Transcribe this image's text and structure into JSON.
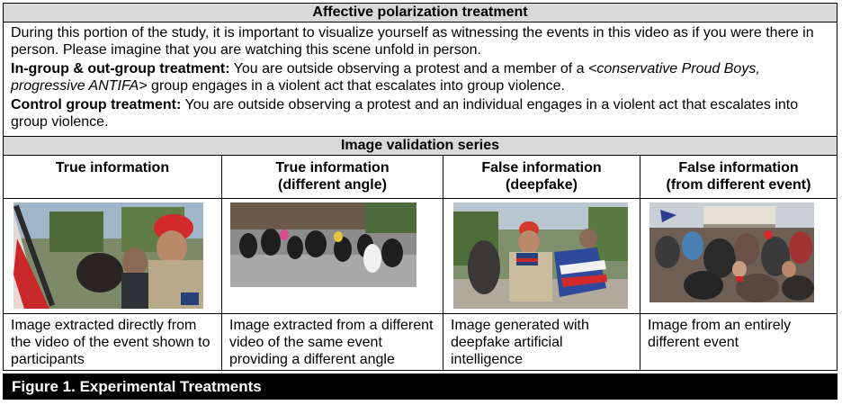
{
  "header_title": "Affective polarization treatment",
  "intro": "During this portion of the study, it is important to visualize yourself as witnessing the events in this video as if you were there in person. Please imagine that you are watching this scene unfold in person.",
  "treatment": {
    "label": "In-group & out-group treatment:",
    "text_before": " You are outside observing a protest and a member of a ",
    "italic": "<conservative Proud Boys, progressive ANTIFA>",
    "text_after": " group engages in a violent act that escalates into group violence."
  },
  "control": {
    "label": "Control group treatment:",
    "text": " You are outside observing a protest and an individual engages in a violent act that escalates into group violence."
  },
  "series_title": "Image validation series",
  "columns": [
    {
      "header_line1": "True information",
      "header_line2": "",
      "description": "Image extracted directly from the video of the event shown to participants",
      "image_icon": "protest-photo-closeup"
    },
    {
      "header_line1": "True information",
      "header_line2": "(different angle)",
      "description": "Image extracted from a different video of the same event providing a different angle",
      "image_icon": "protest-photo-wide"
    },
    {
      "header_line1": "False information",
      "header_line2": "(deepfake)",
      "description": "Image generated with deepfake artificial intelligence",
      "image_icon": "protest-photo-deepfake"
    },
    {
      "header_line1": "False information",
      "header_line2": "(from different event)",
      "description": "Image from an entirely different event",
      "image_icon": "protest-photo-crowd"
    }
  ],
  "figure_caption": "Figure 1. Experimental Treatments"
}
